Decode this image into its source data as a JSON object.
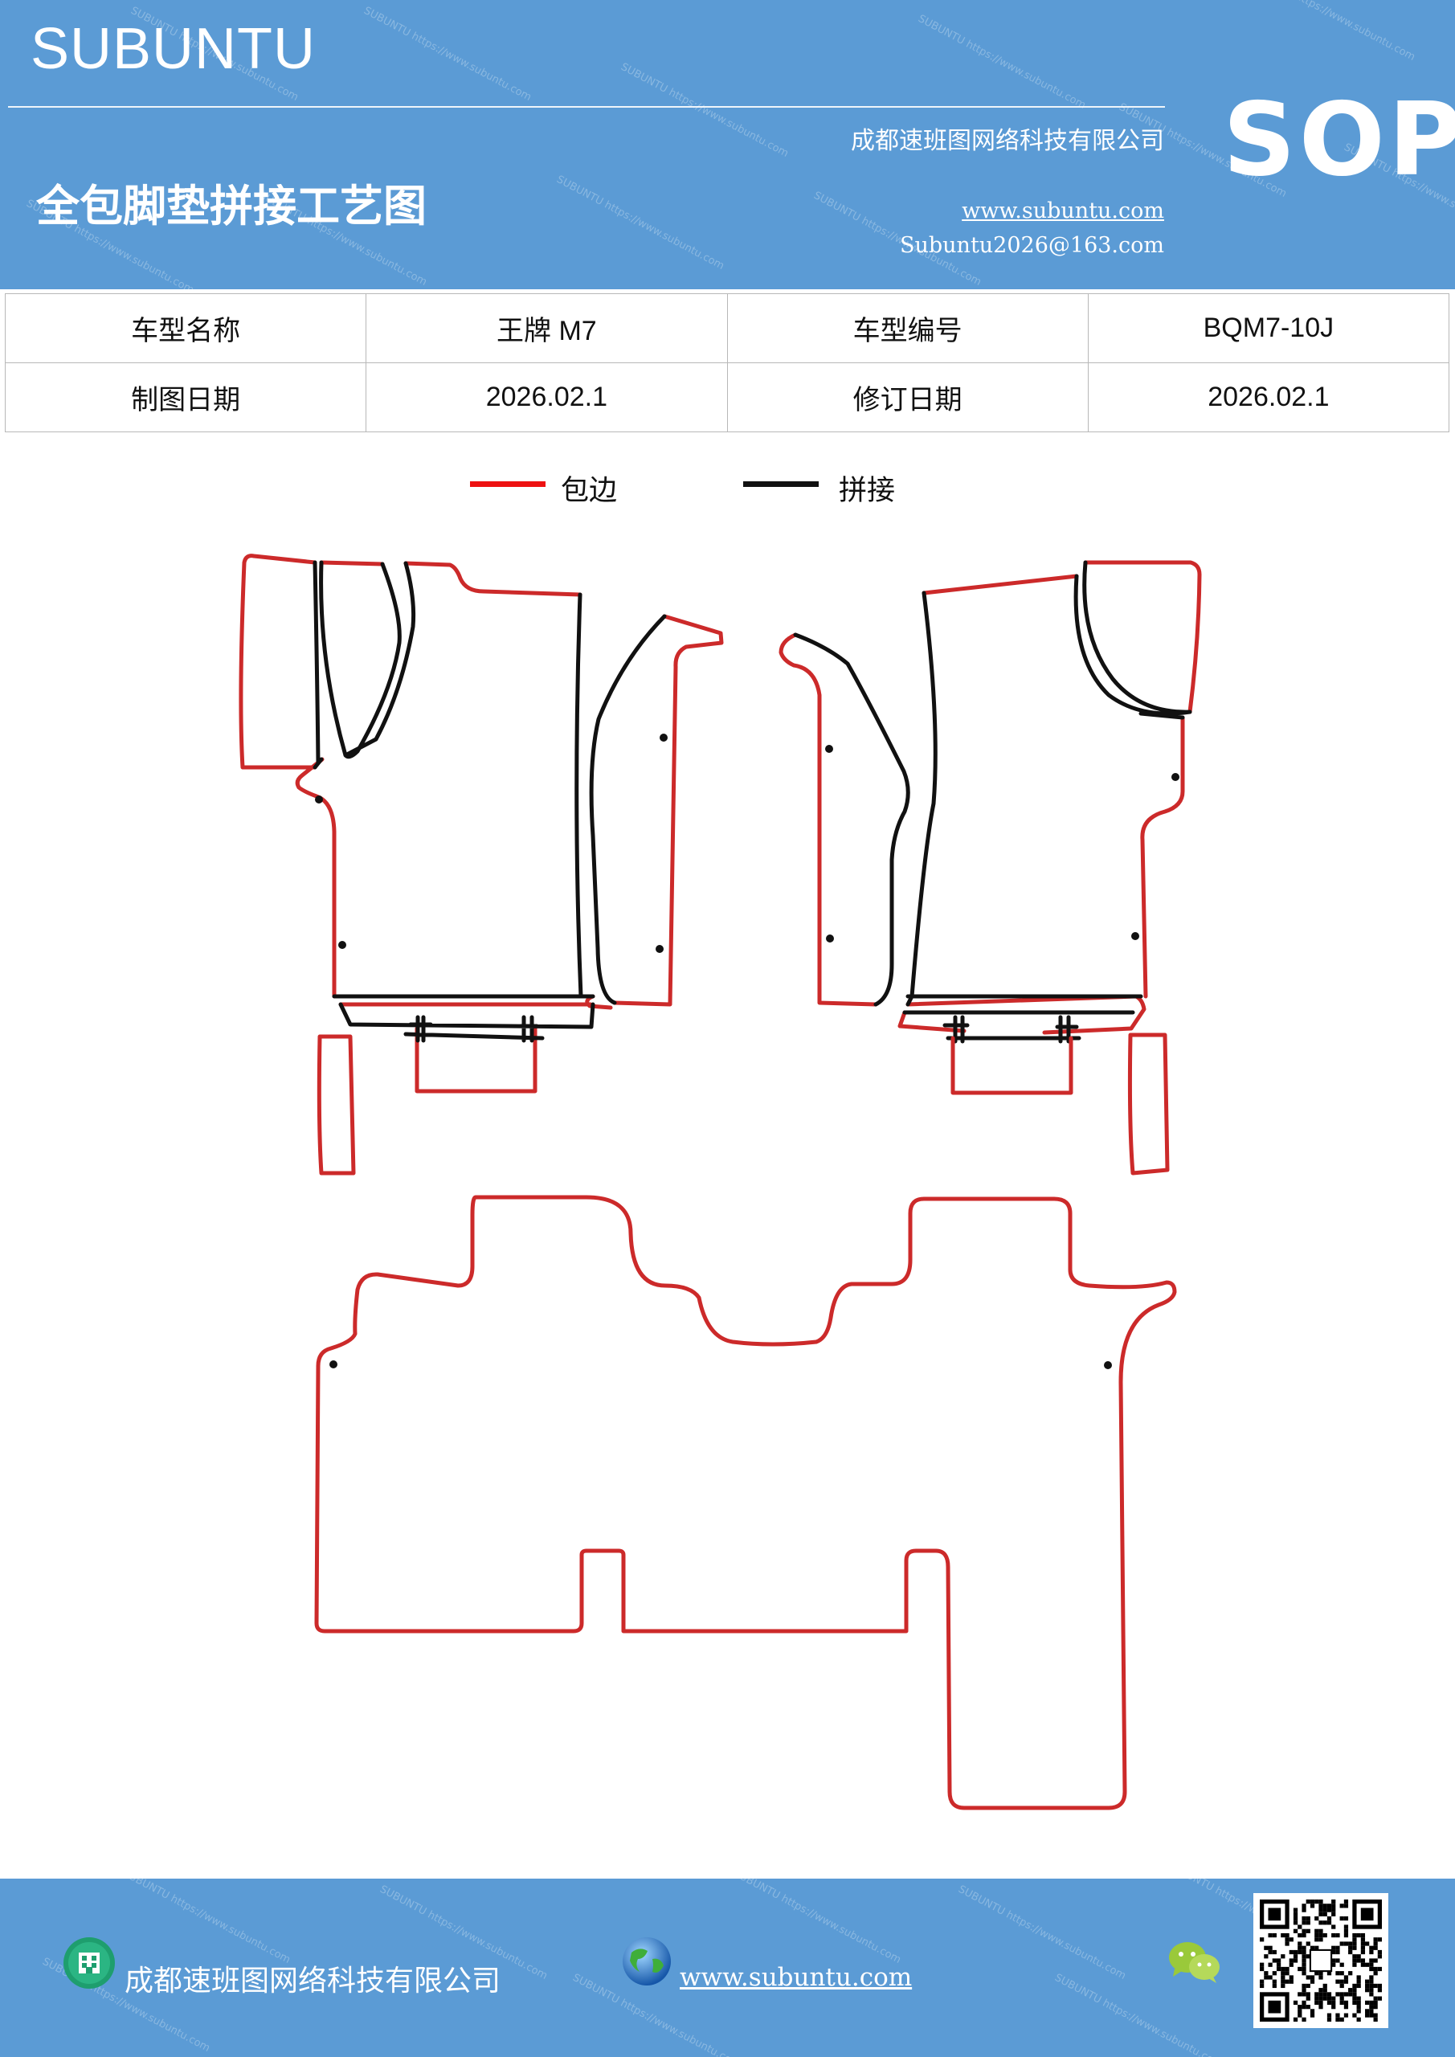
{
  "header": {
    "brand": "SUBUNTU",
    "company": "成都速班图网络科技有限公司",
    "title": "全包脚垫拼接工艺图",
    "website": "www.subuntu.com",
    "email": "Subuntu2026@163.com",
    "badge": "SOP"
  },
  "info_table": [
    {
      "label1": "车型名称",
      "value1": "王牌 M7",
      "label2": "车型编号",
      "value2": "BQM7-10J"
    },
    {
      "label1": "制图日期",
      "value1": "2026.02.1",
      "label2": "修订日期",
      "value2": "2026.02.1"
    }
  ],
  "legend": [
    {
      "label": "包边",
      "color": "#ee1111"
    },
    {
      "label": "拼接",
      "color": "#111111"
    }
  ],
  "colors": {
    "header_bg": "#5b9bd5",
    "edge_red": "#cc2a2a",
    "seam_black": "#111111"
  },
  "footer": {
    "company": "成都速班图网络科技有限公司",
    "website": "www.subuntu.com"
  }
}
